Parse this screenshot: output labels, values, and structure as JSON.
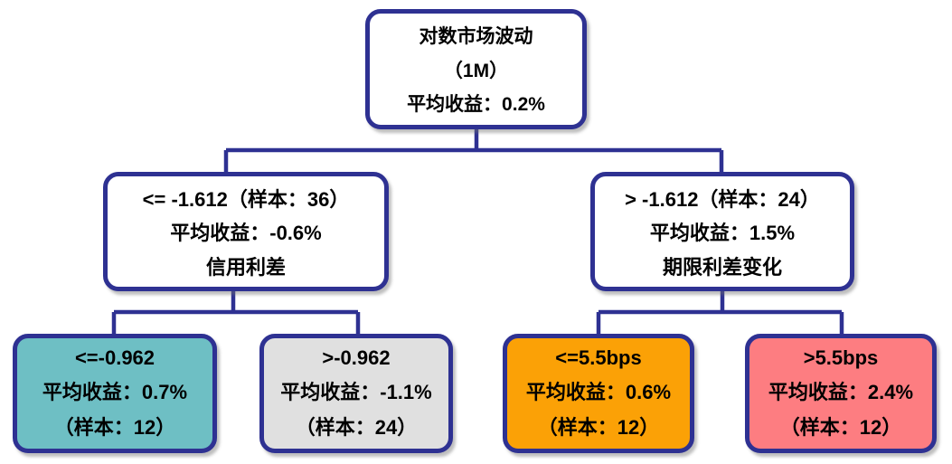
{
  "diagram": {
    "title": "decision-tree",
    "colors": {
      "node_border": "#2E3192",
      "connector": "#2E3192",
      "text": "#000000",
      "root_fill": "#FFFFFF",
      "branch_fill": "#FFFFFF",
      "leaf_teal": "#6EBFC4",
      "leaf_gray": "#E0E0E0",
      "leaf_orange": "#FBA106",
      "leaf_pink": "#FD7D81"
    },
    "nodes": {
      "root": {
        "lines": [
          "对数市场波动",
          "（1M）",
          "平均收益：0.2%"
        ],
        "fill": "#FFFFFF"
      },
      "mid_left": {
        "lines": [
          "<= -1.612（样本：36）",
          "平均收益：-0.6%",
          "信用利差"
        ],
        "fill": "#FFFFFF"
      },
      "mid_right": {
        "lines": [
          "> -1.612（样本：24）",
          "平均收益：1.5%",
          "期限利差变化"
        ],
        "fill": "#FFFFFF"
      },
      "leaf_1": {
        "lines": [
          "<=-0.962",
          "平均收益：0.7%",
          "（样本：12）"
        ],
        "fill": "#6EBFC4"
      },
      "leaf_2": {
        "lines": [
          ">-0.962",
          "平均收益：-1.1%",
          "（样本：24）"
        ],
        "fill": "#E0E0E0"
      },
      "leaf_3": {
        "lines": [
          "<=5.5bps",
          "平均收益：0.6%",
          "（样本：12）"
        ],
        "fill": "#FBA106"
      },
      "leaf_4": {
        "lines": [
          ">5.5bps",
          "平均收益：2.4%",
          "（样本：12）"
        ],
        "fill": "#FD7D81"
      }
    }
  }
}
